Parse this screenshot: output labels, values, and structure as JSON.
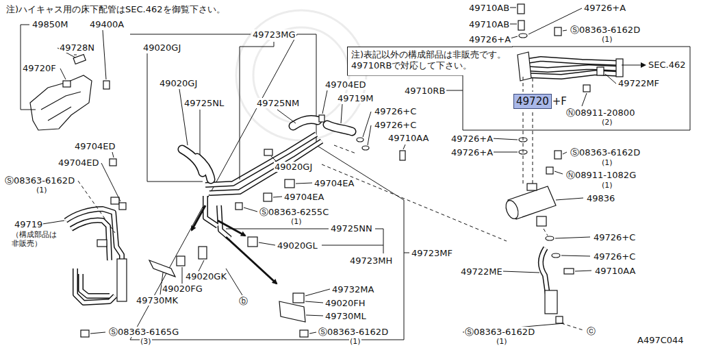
{
  "diagram": {
    "nodes": [
      {
        "text": [
          "注)表記以外の構成部品は非販売です。 49710RBで対応して下さい。"
        ]
      },
      {
        "text": [
          "49720",
          "+F"
        ]
      }
    ],
    "labels": [
      "注)ハイキャス用の床下配管はSEC.462を御覧下さい。",
      "49850M",
      "49400A",
      "49728N",
      "49720F",
      "49020GJ",
      "49723MG",
      "49020GJ",
      "49725NL",
      "49725NM",
      "49704ED",
      "49719M",
      "49726+C",
      "49726+C",
      "49710AA",
      "49710RB",
      "49710AB",
      "49710AB",
      "49726+A",
      "49726+A",
      "Ⓢ08363-6162D",
      "(1)",
      "SEC.462",
      "49722MF",
      "Ⓝ08911-20800",
      "(2)",
      "49726+A",
      "49726+A",
      "Ⓢ08363-6162D",
      "(1)",
      "Ⓝ08911-1082G",
      "(1)",
      "49836",
      "49726+C",
      "49726+C",
      "49722ME",
      "49710AA",
      "Ⓢ08363-6162D",
      "(1)",
      "ⓒ",
      "A497C044",
      "49704ED",
      "49704ED",
      "Ⓢ08363-6162D",
      "(1)",
      "49719",
      "（構成部品は 非販売）",
      "49020GJ",
      "49704EA",
      "49704EA",
      "Ⓢ08363-6255C",
      "(1)",
      "49725NN",
      "49020GL",
      "49723MH",
      "49723MF",
      "49020GK",
      "49020FG",
      "49730MK",
      "ⓑ",
      "49732MA",
      "49020FH",
      "49730ML",
      "Ⓢ08363-6162D",
      "(1)",
      "Ⓢ08363-6165G",
      "(3)"
    ]
  }
}
